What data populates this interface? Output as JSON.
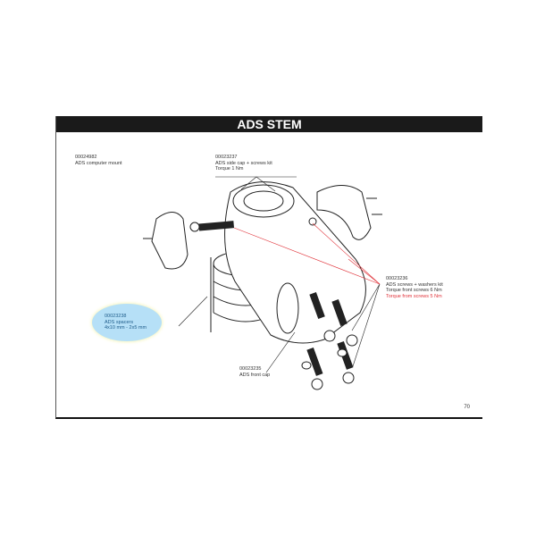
{
  "title": "ADS STEM",
  "parts": [
    {
      "code": "00024982",
      "name": "ADS computer mount"
    },
    {
      "code": "00023237",
      "name": "ADS side cap + screws kit",
      "note": "Torque 1 Nm"
    },
    {
      "code": "00023236",
      "name": "ADS screws + washers kit",
      "note": "Torque front screws 6 Nm",
      "note_red": "Torque from screws 5 Nm"
    },
    {
      "code": "00023238",
      "name": "ADS spacers",
      "note": "4x10 mm - 2x5 mm"
    },
    {
      "code": "00023235",
      "name": "ADS front cap"
    }
  ],
  "page_number": "70",
  "colors": {
    "header": "#1a1a1a",
    "red": "#e0333a",
    "highlight": "#b6e0f7"
  }
}
